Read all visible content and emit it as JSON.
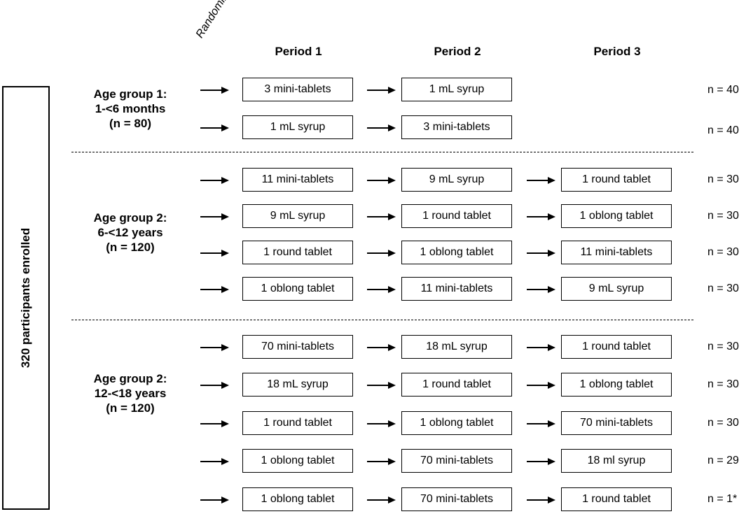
{
  "enrolled_label": "320 participants enrolled",
  "randomization_label": "Randomization",
  "periods": [
    "Period 1",
    "Period 2",
    "Period 3"
  ],
  "groups": [
    {
      "lines": [
        "Age group 1:",
        "1-<6 months",
        "(n = 80)"
      ],
      "arms": [
        {
          "boxes": [
            "3 mini-tablets",
            "1 mL syrup"
          ],
          "n": "n = 40"
        },
        {
          "boxes": [
            "1 mL syrup",
            "3 mini-tablets"
          ],
          "n": "n = 40"
        }
      ]
    },
    {
      "lines": [
        "Age group 2:",
        "6-<12 years",
        "(n = 120)"
      ],
      "arms": [
        {
          "boxes": [
            "11 mini-tablets",
            "9 mL syrup",
            "1 round tablet"
          ],
          "n": "n = 30"
        },
        {
          "boxes": [
            "9 mL syrup",
            "1 round tablet",
            "1 oblong tablet"
          ],
          "n": "n = 30"
        },
        {
          "boxes": [
            "1 round tablet",
            "1 oblong tablet",
            "11 mini-tablets"
          ],
          "n": "n = 30"
        },
        {
          "boxes": [
            "1 oblong tablet",
            "11 mini-tablets",
            "9 mL syrup"
          ],
          "n": "n = 30"
        }
      ]
    },
    {
      "lines": [
        "Age group 2:",
        "12-<18 years",
        "(n = 120)"
      ],
      "arms": [
        {
          "boxes": [
            "70 mini-tablets",
            "18 mL syrup",
            "1 round tablet"
          ],
          "n": "n = 30"
        },
        {
          "boxes": [
            "18 mL syrup",
            "1 round tablet",
            "1 oblong tablet"
          ],
          "n": "n = 30"
        },
        {
          "boxes": [
            "1 round tablet",
            "1 oblong tablet",
            "70 mini-tablets"
          ],
          "n": "n = 30"
        },
        {
          "boxes": [
            "1 oblong tablet",
            "70 mini-tablets",
            "18 ml syrup"
          ],
          "n": "n = 29"
        },
        {
          "boxes": [
            "1 oblong tablet",
            "70 mini-tablets",
            "1 round tablet"
          ],
          "n": "n = 1*"
        }
      ]
    }
  ]
}
